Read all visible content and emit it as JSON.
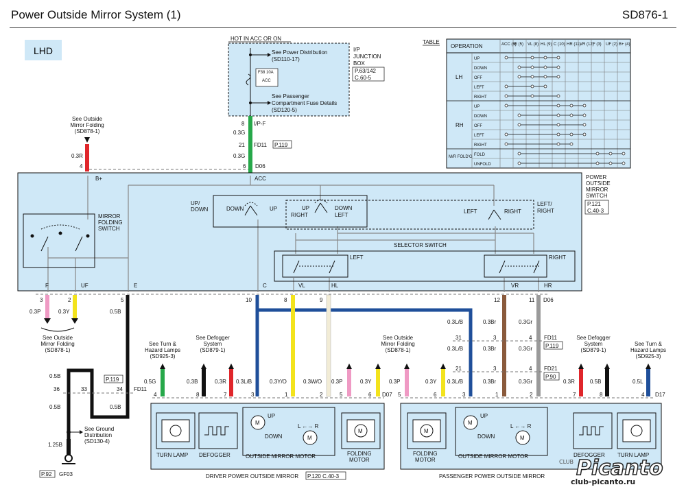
{
  "header": {
    "title": "Power Outside Mirror System (1)",
    "code": "SD876-1"
  },
  "lhd": "LHD",
  "hot": "HOT IN ACC OR ON",
  "ipjb": {
    "see_power": [
      "See Power Distribution",
      "(SD110-17)"
    ],
    "fuse_id": "F38 10A",
    "fuse_name": "ACC",
    "see_pass": [
      "See Passenger",
      "Compartment Fuse Details",
      "(SD120-5)"
    ],
    "label": [
      "I/P",
      "JUNCTION",
      "BOX"
    ],
    "ref": [
      "P.63/142",
      "C.60-5"
    ],
    "pin": "8",
    "conn": "I/P-F",
    "wire": "0.3G"
  },
  "fd11_top": {
    "pin": "21",
    "conn": "FD11",
    "ref": "P.119",
    "wire": "0.3G"
  },
  "d06_top": {
    "pin": "6",
    "conn": "D06",
    "pin4": "4",
    "wire_r": "0.3R"
  },
  "see_fold_top": [
    "See Outside",
    "Mirror Folding",
    "(SD878-1)"
  ],
  "switch": {
    "title": [
      "POWER",
      "OUTSIDE",
      "MIRROR",
      "SWITCH"
    ],
    "ref": [
      "P.121",
      "C.40-3"
    ],
    "bplus": "B+",
    "acc": "ACC",
    "updown": [
      "UP/",
      "DOWN"
    ],
    "down": "DOWN",
    "up": "UP",
    "upright": [
      "UP",
      "RIGHT"
    ],
    "downleft": [
      "DOWN",
      "LEFT"
    ],
    "left": "LEFT",
    "right": "RIGHT",
    "leftright": [
      "LEFT/",
      "RIGHT"
    ],
    "folding": [
      "MIRROR",
      "FOLDING",
      "SWITCH"
    ],
    "selector": "SELECTOR SWITCH",
    "sel_left": "LEFT",
    "sel_right": "RIGHT",
    "pins": [
      "F",
      "UF",
      "E",
      "C",
      "VL",
      "HL",
      "VR",
      "HR"
    ]
  },
  "pins_row": [
    "3",
    "2",
    "5",
    "10",
    "8",
    "9",
    "12",
    "11"
  ],
  "d06_bottom": "D06",
  "wires": {
    "p": "0.3P",
    "y": "0.3Y",
    "b": "0.5B",
    "lb": "0.3L/B",
    "br": "0.3Br",
    "gr": "0.3Gr"
  },
  "see_fold_left": [
    "See Outside",
    "Mirror Folding",
    "(SD878-1)"
  ],
  "see_fold_mid": [
    "See Outside",
    "Mirror Folding",
    "(SD878-1)"
  ],
  "see_turn_l": [
    "See Turn &",
    "Hazard Lamps",
    "(SD925-3)"
  ],
  "see_turn_r": [
    "See Turn &",
    "Hazard Lamps",
    "(SD925-3)"
  ],
  "see_defog_l": [
    "See Defogger",
    "System",
    "(SD879-1)"
  ],
  "see_defog_r": [
    "See Defogger",
    "System",
    "(SD879-1)"
  ],
  "fd11_mid": {
    "p31": "31",
    "p3": "3",
    "p4": "4",
    "conn": "FD11",
    "ref": "P.119"
  },
  "fd21": {
    "p21": "21",
    "p3": "3",
    "p4": "4",
    "conn": "FD21",
    "ref": "P.90"
  },
  "ground": {
    "ref_left": "P.119",
    "conn": "FD11",
    "p36": "36",
    "p33": "33",
    "p34": "34",
    "w1": "0.5B",
    "w2": "0.5B",
    "w3": "0.5B",
    "w4": "1.25B",
    "see": [
      "See Ground",
      "Distribution",
      "(SD130-4)"
    ],
    "gref": "P.92",
    "gname": "GF03"
  },
  "driver": {
    "wires": [
      "0.5G",
      "0.3B",
      "0.3R",
      "0.3L/B",
      "0.3Y/O",
      "0.3W/O",
      "0.3P",
      "0.3Y"
    ],
    "pins": [
      "4",
      "8",
      "7",
      "3",
      "1",
      "2",
      "5",
      "6"
    ],
    "conn": "D07",
    "turn": "TURN LAMP",
    "defog": "DEFOGGER",
    "motor": "OUTSIDE MIRROR MOTOR",
    "fold": [
      "FOLDING",
      "MOTOR"
    ],
    "title": "DRIVER POWER OUTSIDE MIRROR",
    "ref": "P.120 C.40-3"
  },
  "pass": {
    "wires": [
      "0.3P",
      "0.3Y",
      "0.3L/B",
      "0.3Br",
      "0.3Gr",
      "0.3R",
      "0.5B",
      "0.5L"
    ],
    "pins": [
      "5",
      "6",
      "3",
      "1",
      "2",
      "7",
      "8",
      "4"
    ],
    "conn": "D17",
    "fold": [
      "FOLDING",
      "MOTOR"
    ],
    "motor": "OUTSIDE MIRROR MOTOR",
    "defog": "DEFOGGER",
    "turn": "TURN LAMP",
    "title": "PASSENGER POWER OUTSIDE MIRROR"
  },
  "motor_labels": {
    "up": "UP",
    "down": "DOWN",
    "lr": "L ←→ R",
    "m": "M"
  },
  "table": {
    "caption": "TABLE",
    "cols": [
      "OPERATION",
      "ACC (6)",
      "E (5)",
      "VL (8)",
      "HL (9)",
      "C (10)",
      "HR (11)",
      "VR (12)",
      "F (3)",
      "UF (2)",
      "B+ (4)"
    ],
    "groups": [
      {
        "name": "LH",
        "rows": [
          "UP",
          "DOWN",
          "OFF",
          "LEFT",
          "RIGHT"
        ]
      },
      {
        "name": "RH",
        "rows": [
          "UP",
          "DOWN",
          "OFF",
          "LEFT",
          "RIGHT"
        ]
      },
      {
        "name": "M/R FOLD'G",
        "rows": [
          "FOLD",
          "UNFOLD"
        ]
      }
    ]
  },
  "watermark": {
    "brand": "Picanto",
    "site": "club-picanto.ru",
    "club": "CLUB"
  },
  "colors": {
    "box": "#cfe8f7",
    "blue": "#1f4f9a",
    "green": "#27a84a",
    "red": "#e0262b",
    "yellow": "#f3e31c",
    "pink": "#ef9ac4",
    "brown": "#8a5a3c",
    "gray": "#9a9a9a"
  }
}
